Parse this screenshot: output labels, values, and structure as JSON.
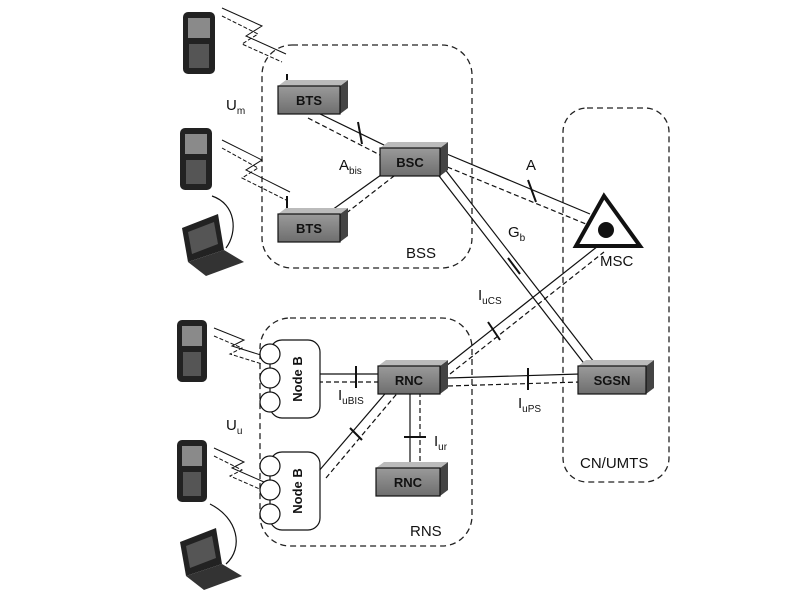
{
  "groups": {
    "bss": "BSS",
    "rns": "RNS",
    "cn": "CN/UMTS"
  },
  "nodes": {
    "bts_top": "BTS",
    "bts_bottom": "BTS",
    "bsc": "BSC",
    "rnc_main": "RNC",
    "rnc_bottom": "RNC",
    "sgsn": "SGSN",
    "msc": "MSC",
    "nodeb_top": "Node B",
    "nodeb_bottom": "Node B"
  },
  "interfaces": {
    "um": {
      "main": "U",
      "sub": "m"
    },
    "uu": {
      "main": "U",
      "sub": "u"
    },
    "abis": {
      "main": "A",
      "sub": "bis"
    },
    "a": {
      "main": "A",
      "sub": ""
    },
    "gb": {
      "main": "G",
      "sub": "b"
    },
    "iucs": {
      "main": "I",
      "sub": "uCS"
    },
    "iubis": {
      "main": "I",
      "sub": "uBIS"
    },
    "iur": {
      "main": "I",
      "sub": "ur"
    },
    "iups": {
      "main": "I",
      "sub": "uPS"
    }
  }
}
